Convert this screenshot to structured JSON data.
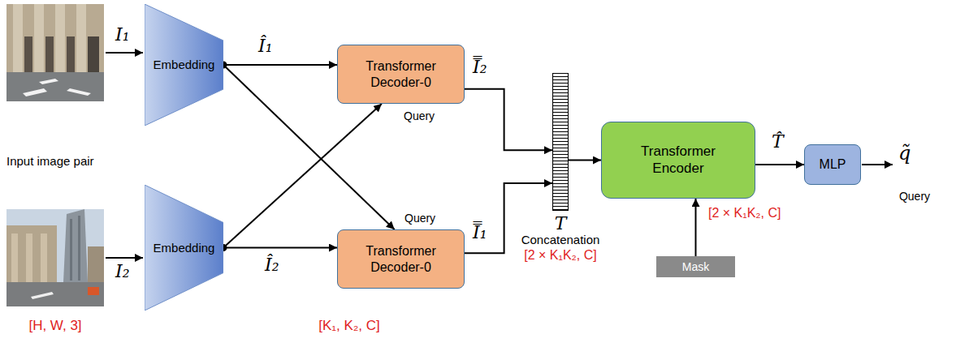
{
  "diagram": {
    "nodes": [
      {
        "text": [
          "Embedding"
        ]
      },
      {
        "text": [
          "Embedding"
        ]
      },
      {
        "text": [
          "Transformer Decoder-0"
        ]
      },
      {
        "text": [
          "Transformer Decoder-0"
        ]
      },
      {
        "text": [
          "T",
          "Concatenation"
        ]
      },
      {
        "text": [
          "Transformer Encoder"
        ]
      },
      {
        "text": [
          "Mask"
        ]
      },
      {
        "text": [
          "MLP"
        ]
      }
    ],
    "edges": [
      {
        "from": 0,
        "to": 2,
        "arrow": "to",
        "label": "Î₁"
      },
      {
        "from": 0,
        "to": 3,
        "arrow": "to"
      },
      {
        "from": 1,
        "to": 2,
        "arrow": "to"
      },
      {
        "from": 1,
        "to": 3,
        "arrow": "to",
        "label": "Î₂"
      },
      {
        "from": 2,
        "to": 4,
        "arrow": "to",
        "label": "I̿₂"
      },
      {
        "from": 3,
        "to": 4,
        "arrow": "to",
        "label": "I̿₁"
      },
      {
        "from": 4,
        "to": 5,
        "arrow": "to"
      },
      {
        "from": 6,
        "to": 5,
        "arrow": "to"
      },
      {
        "from": 5,
        "to": 7,
        "arrow": "to",
        "label": "T̂"
      }
    ],
    "labels": [
      "I₁",
      "I₂",
      "Input image pair",
      "[H, W, 3]",
      "[K₁, K₂, C]",
      "Query",
      "Query",
      "[2 × K₁K₂, C]",
      "[2 × K₁K₂, C]",
      "q̃",
      "Query"
    ]
  }
}
